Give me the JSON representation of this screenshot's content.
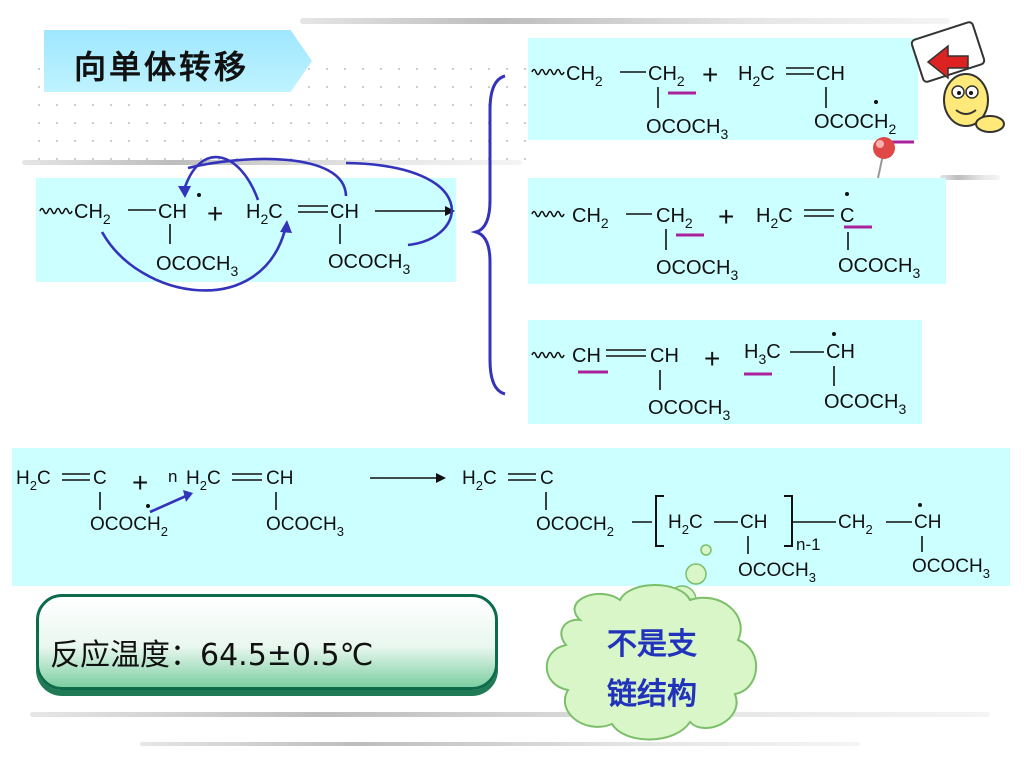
{
  "slide_title": "向单体转移",
  "reaction_main": {
    "chain_end_fragment": "CH",
    "chain_end_sub": "2",
    "radical_carbon": "CH",
    "radical_group": "OCOCH",
    "radical_group_sub": "3",
    "plus": "+",
    "monomer_left": "H",
    "monomer_left_sub": "2",
    "monomer_left_c": "C",
    "monomer_right": "CH",
    "monomer_group": "OCOCH",
    "monomer_group_sub": "3"
  },
  "product_1": {
    "a": "CH",
    "a_sub": "2",
    "b": "CH",
    "b_sub": "2",
    "group": "OCOCH",
    "group_sub": "3",
    "plus": "+",
    "c": "H",
    "c_sub": "2",
    "c2": "C",
    "d": "CH",
    "group2": "OCOCH",
    "group2_sub": "2"
  },
  "product_2": {
    "a": "CH",
    "a_sub": "2",
    "b": "CH",
    "b_sub": "2",
    "group": "OCOCH",
    "group_sub": "3",
    "plus": "+",
    "c": "H",
    "c_sub": "2",
    "c2": "C",
    "d": "C",
    "group2": "OCOCH",
    "group2_sub": "3"
  },
  "product_3": {
    "a": "CH",
    "b": "CH",
    "group": "OCOCH",
    "group_sub": "3",
    "plus": "+",
    "c": "H",
    "c_sub": "3",
    "c2": "C",
    "d": "CH",
    "group2": "OCOCH",
    "group2_sub": "3"
  },
  "propagation": {
    "m1_left": "H",
    "m1_sub": "2",
    "m1_c": "C",
    "m1_right": "C",
    "m1_group": "OCOCH",
    "m1_group_sub": "2",
    "plus": "+",
    "n": "n",
    "m2_left": "H",
    "m2_sub": "2",
    "m2_c": "C",
    "m2_right": "CH",
    "m2_group": "OCOCH",
    "m2_group_sub": "3",
    "p_left": "H",
    "p_sub": "2",
    "p_c": "C",
    "p_right": "C",
    "p_group": "OCOCH",
    "p_group_sub": "2",
    "r_left": "H",
    "r_sub": "2",
    "r_c": "C",
    "r_right": "CH",
    "r_index": "n-1",
    "r_group": "OCOCH",
    "r_group_sub": "3",
    "end_a": "CH",
    "end_a_sub": "2",
    "end_b": "CH",
    "end_group": "OCOCH",
    "end_group_sub": "3"
  },
  "condition": "反应温度：64.5±0.5℃",
  "cloud_line1": "不是支",
  "cloud_line2": "链结构",
  "colors": {
    "panel": "#ccffff",
    "curved_arrow": "#3333bb",
    "mark": "#aa2299"
  }
}
